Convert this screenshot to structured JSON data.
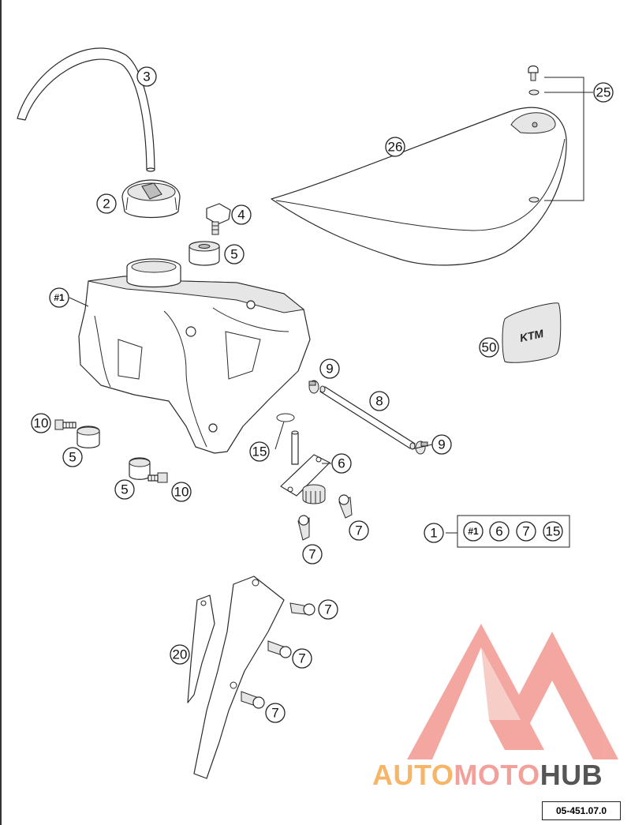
{
  "callouts": {
    "c1": "1",
    "c2": "2",
    "c3": "3",
    "c4": "4",
    "c5a": "5",
    "c5b": "5",
    "c5c": "5",
    "c6": "6",
    "c7a": "7",
    "c7b": "7",
    "c7c": "7",
    "c7d": "7",
    "c7e": "7",
    "c8": "8",
    "c9a": "9",
    "c9b": "9",
    "c10a": "10",
    "c10b": "10",
    "c15": "15",
    "c20": "20",
    "c25": "25",
    "c26": "26",
    "c50": "50",
    "c1tank": "#1"
  },
  "kit": {
    "items": [
      "#1",
      "6",
      "7",
      "15"
    ]
  },
  "decal_logo": "KTM",
  "reference_code": "05-451.07.0",
  "watermark": {
    "part1": "AUTO",
    "part2": "MOTO",
    "part3": "HUB",
    "color1": "#f7b667",
    "color2": "#f4a09a",
    "color3": "#555555"
  }
}
